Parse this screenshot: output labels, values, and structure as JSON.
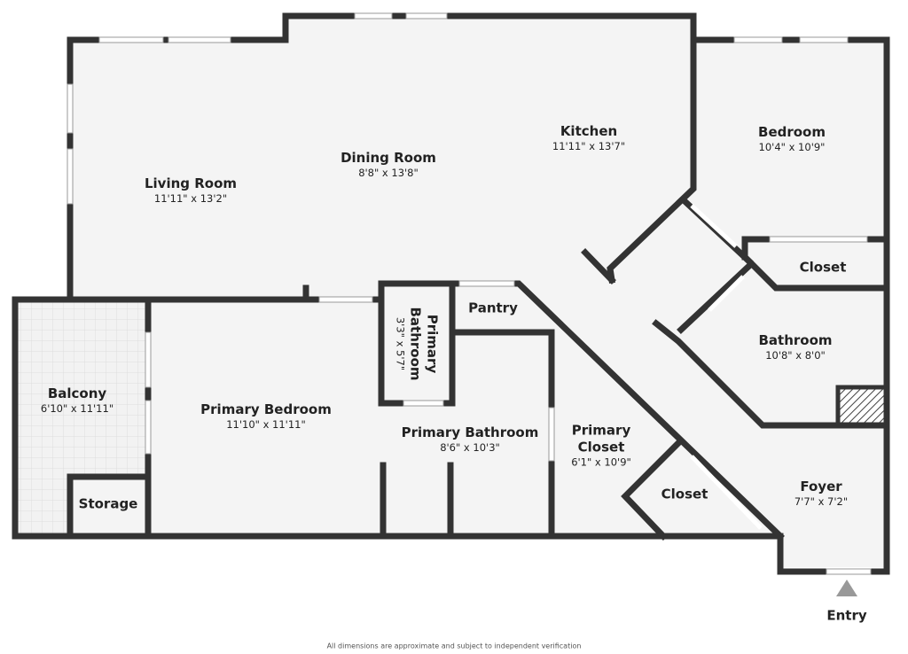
{
  "rooms": {
    "living": {
      "name": "Living Room",
      "dims": "11'11\" x 13'2\""
    },
    "dining": {
      "name": "Dining Room",
      "dims": "8'8\" x 13'8\""
    },
    "kitchen": {
      "name": "Kitchen",
      "dims": "11'11\" x 13'7\""
    },
    "bedroom": {
      "name": "Bedroom",
      "dims": "10'4\" x 10'9\""
    },
    "closet_upper": {
      "name": "Closet"
    },
    "bathroom": {
      "name": "Bathroom",
      "dims": "10'8\" x 8'0\""
    },
    "balcony": {
      "name": "Balcony",
      "dims": "6'10\" x 11'11\""
    },
    "storage": {
      "name": "Storage"
    },
    "primary_bedroom": {
      "name": "Primary Bedroom",
      "dims": "11'10\" x 11'11\""
    },
    "primary_bath_small": {
      "name1": "Primary",
      "name2": "Bathroom",
      "dims": "3'3\" x 5'7\""
    },
    "pantry": {
      "name": "Pantry"
    },
    "primary_bathroom": {
      "name": "Primary Bathroom",
      "dims": "8'6\" x 10'3\""
    },
    "primary_closet": {
      "name1": "Primary",
      "name2": "Closet",
      "dims": "6'1\" x 10'9\""
    },
    "closet_lower": {
      "name": "Closet"
    },
    "foyer": {
      "name": "Foyer",
      "dims": "7'7\" x 7'2\""
    }
  },
  "entry_label": "Entry",
  "footer": "All dimensions are approximate and subject to independent verification",
  "colors": {
    "wall": "#333333",
    "floor": "#f4f4f4",
    "entry_arrow": "#999999"
  }
}
